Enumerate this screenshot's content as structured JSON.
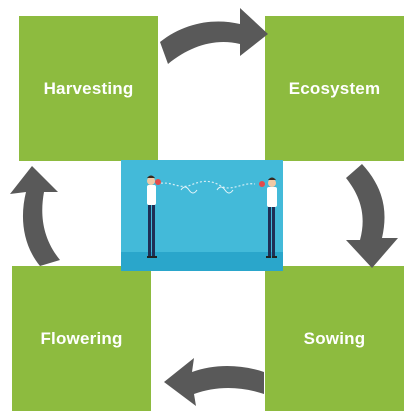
{
  "colors": {
    "box_fill": "#8dbb3f",
    "arrow_fill": "#595959",
    "scene_sky": "#43bad9",
    "scene_ground": "#2aa6cb"
  },
  "cycle": {
    "steps": [
      {
        "id": "harvesting",
        "label": "Harvesting"
      },
      {
        "id": "ecosystem",
        "label": "Ecosystem"
      },
      {
        "id": "sowing",
        "label": "Sowing"
      },
      {
        "id": "flowering",
        "label": "Flowering"
      }
    ],
    "center_image": "two-businessmen-tin-can-telephone"
  },
  "icons": {
    "arrow": "curved-arrow-icon"
  }
}
